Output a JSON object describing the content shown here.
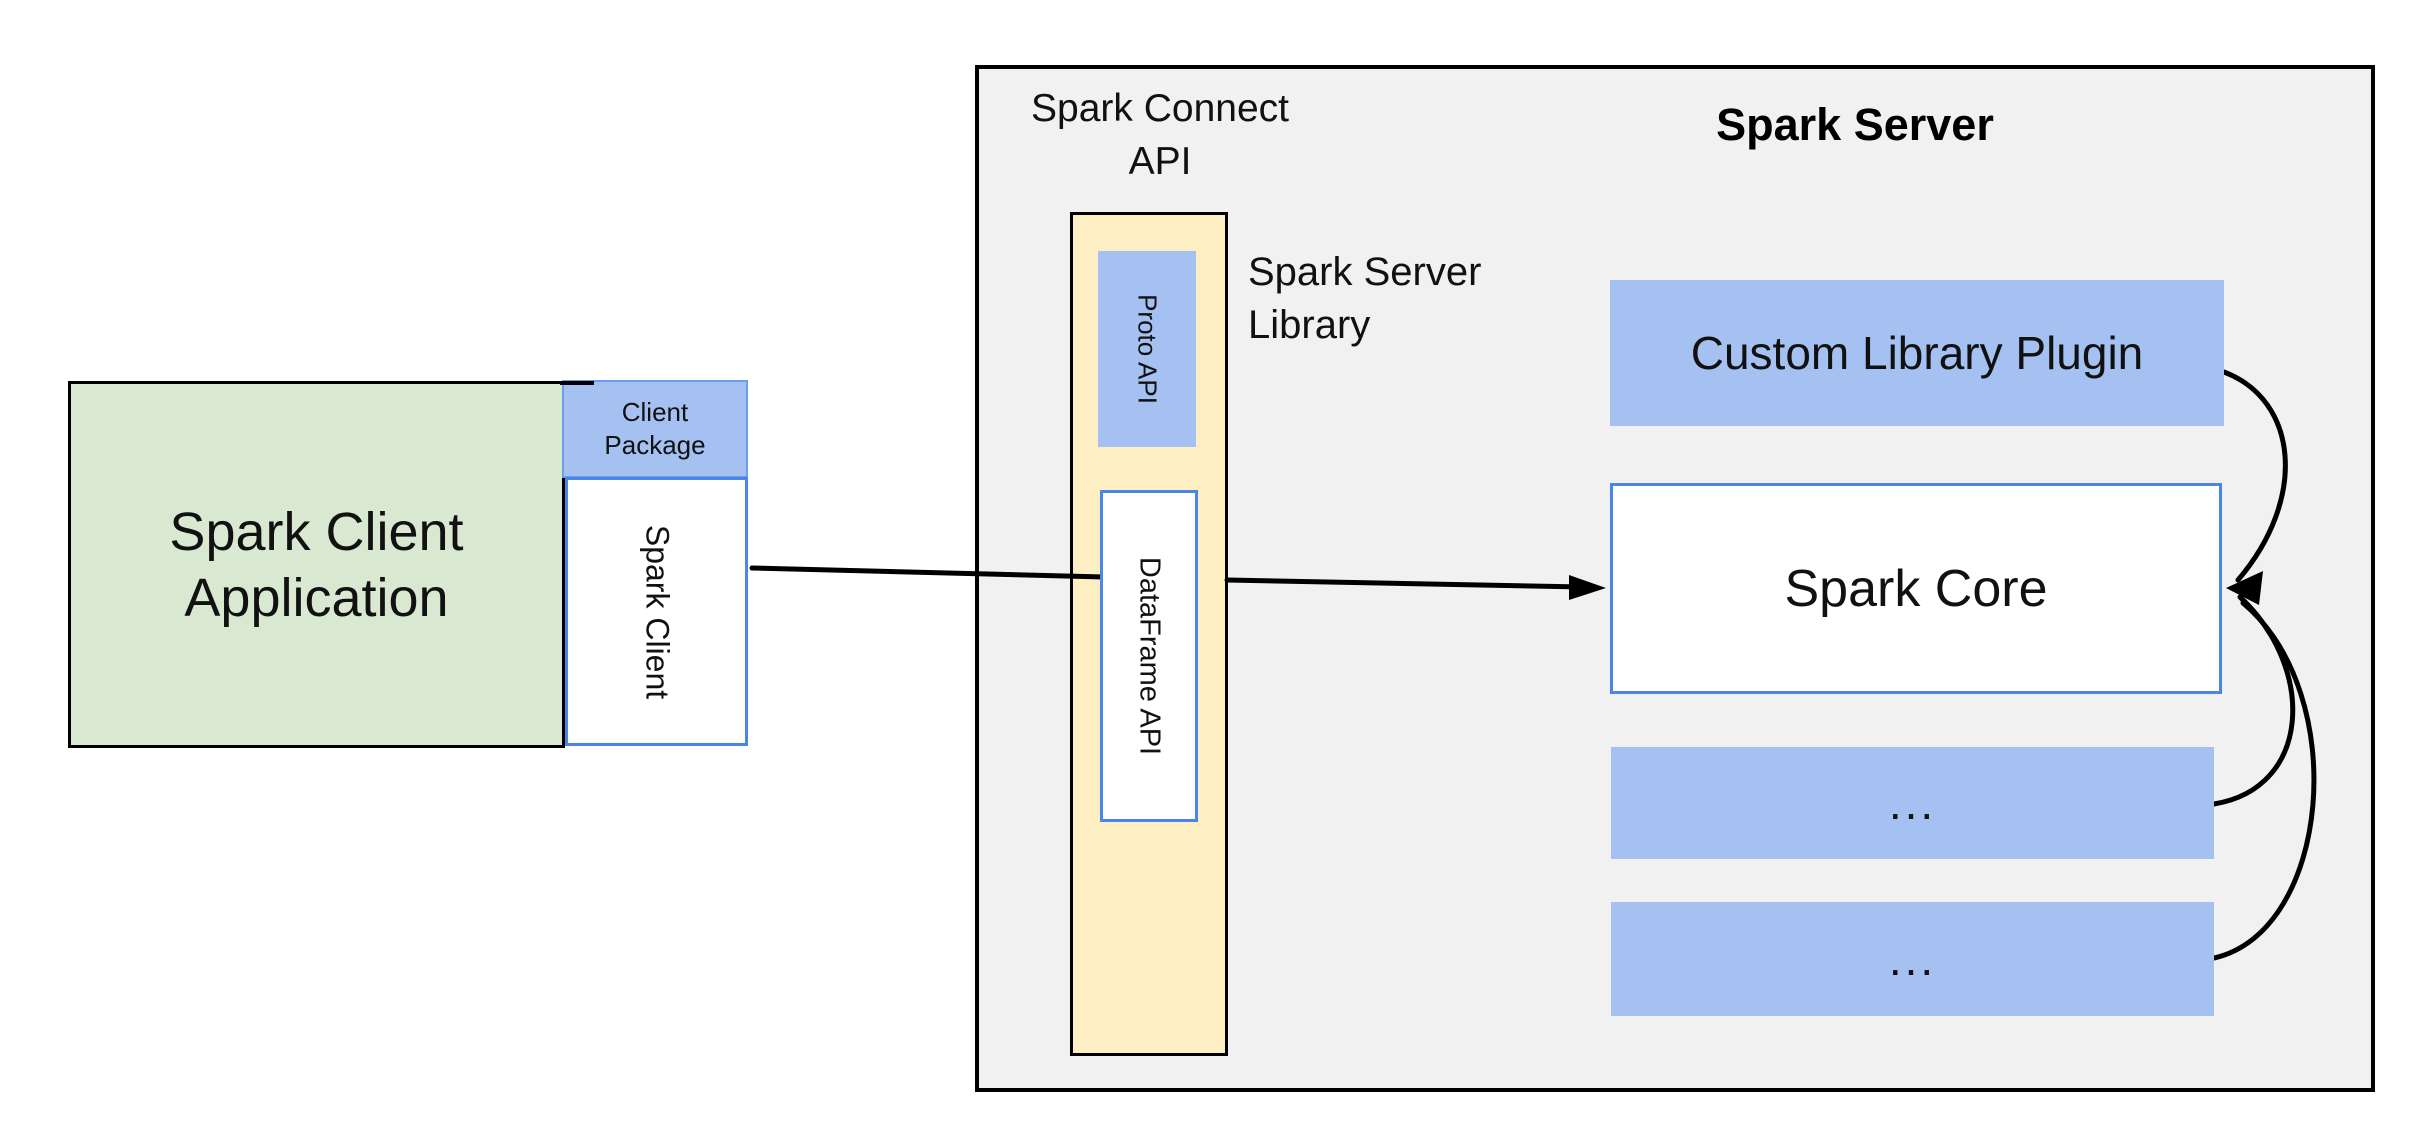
{
  "diagram": {
    "client": {
      "app": {
        "line1": "Spark Client",
        "line2": "Application"
      },
      "package": {
        "line1": "Client",
        "line2": "Package"
      },
      "spark_client": "Spark Client"
    },
    "connect": {
      "api_label": {
        "line1": "Spark Connect",
        "line2": "API"
      },
      "proto_api": "Proto API",
      "dataframe_api": "DataFrame API",
      "server_library": {
        "line1": "Spark Server",
        "line2": "Library"
      }
    },
    "server": {
      "title": "Spark Server",
      "custom_library_plugin": "Custom Library Plugin",
      "spark_core": "Spark Core",
      "ellipsis_box_1": "...",
      "ellipsis_box_2": "..."
    },
    "colors": {
      "client_app_fill": "#d9e8d1",
      "accent_blue_fill": "#a4c1f2",
      "accent_blue_border": "#4a86e8",
      "package_border": "#6d9eeb",
      "connect_api_fill": "#fdeec3",
      "server_fill": "#f1f1f1",
      "line_black": "#000000"
    }
  }
}
